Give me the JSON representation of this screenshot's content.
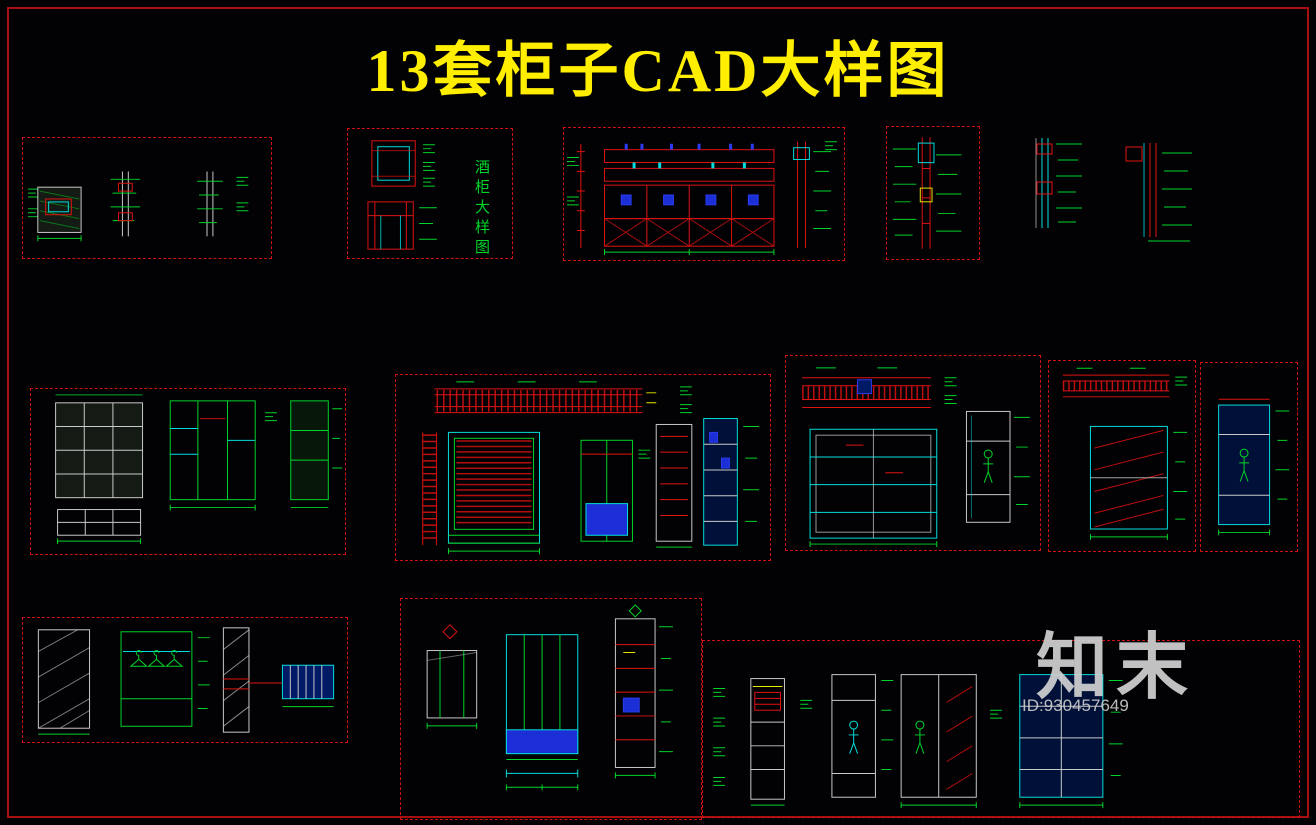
{
  "title": {
    "text": "13套柜子CAD大样图",
    "color": "#ffee00"
  },
  "labels": {
    "panel_b_vertical": "酒柜大样图"
  },
  "watermark": {
    "brand": "知末",
    "id_text": "ID:930457649"
  },
  "palette": {
    "background": "#000000",
    "frame_red": "#a81010",
    "panel_border_red": "#cf1212",
    "cad_red": "#e01212",
    "cad_green": "#00d52a",
    "cad_cyan": "#00dede",
    "cad_blue": "#2a3cf0",
    "cad_yellow": "#e8e800",
    "cad_white": "#c9c9c9",
    "title_yellow": "#ffee00",
    "watermark_gray": "#d2d2d2"
  }
}
